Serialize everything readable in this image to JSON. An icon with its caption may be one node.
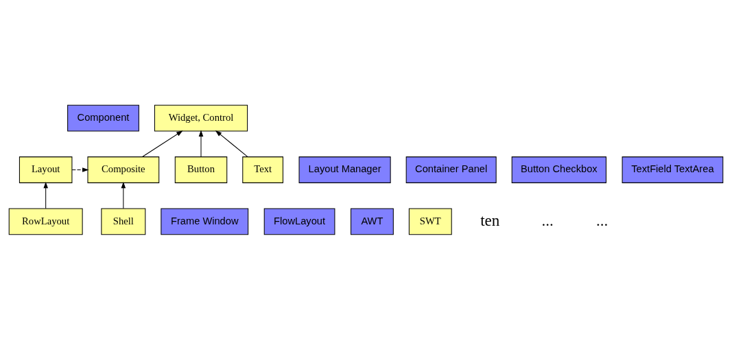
{
  "diagram": {
    "nodes": [
      {
        "text": [
          "Component"
        ]
      },
      {
        "text": [
          "Widget, Control"
        ]
      },
      {
        "text": [
          "Layout Manager"
        ]
      },
      {
        "text": [
          "Container Panel"
        ]
      },
      {
        "text": [
          "Button Checkbox"
        ]
      },
      {
        "text": [
          "TextField TextArea"
        ]
      },
      {
        "text": [
          "Layout"
        ]
      },
      {
        "text": [
          "Composite"
        ]
      },
      {
        "text": [
          "Button"
        ]
      },
      {
        "text": [
          "Text"
        ]
      },
      {
        "text": [
          "Frame Window"
        ]
      },
      {
        "text": [
          "Shell"
        ]
      },
      {
        "text": [
          "FlowLayout"
        ]
      },
      {
        "text": [
          "AWT"
        ]
      },
      {
        "text": [
          "RowLayout"
        ]
      },
      {
        "text": [
          "SWT"
        ]
      }
    ],
    "edges": [
      {
        "from": 7,
        "to": 1,
        "arrow": "to"
      },
      {
        "from": 8,
        "to": 1,
        "arrow": "to"
      },
      {
        "from": 9,
        "to": 1,
        "arrow": "to"
      },
      {
        "from": 6,
        "to": 7,
        "arrow": "to",
        "style": "dashed"
      },
      {
        "from": 11,
        "to": 7,
        "arrow": "to"
      },
      {
        "from": 14,
        "to": 6,
        "arrow": "to"
      }
    ],
    "labels": [
      "ten",
      "...",
      "..."
    ]
  }
}
